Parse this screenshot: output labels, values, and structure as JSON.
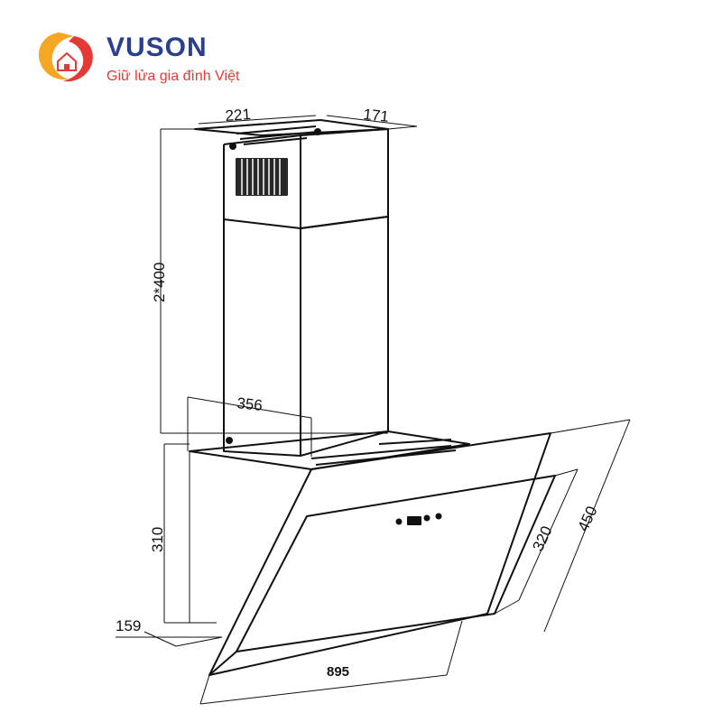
{
  "brand": {
    "name": "VUSON",
    "slogan": "Giữ lửa gia đình Việt",
    "colors": {
      "name": "#2a3f8f",
      "slogan": "#e53935",
      "logo_orange": "#f5a623",
      "logo_red": "#e53935"
    }
  },
  "dimensions": {
    "top_width": "221",
    "top_depth": "171",
    "chimney_height": "2*400",
    "chimney_width": "356",
    "body_height": "310",
    "bottom_depth": "159",
    "hood_width": "895",
    "glass_inner": "320",
    "glass_outer": "450"
  },
  "icons": {
    "logo": "vuson-house-flame-logo"
  }
}
